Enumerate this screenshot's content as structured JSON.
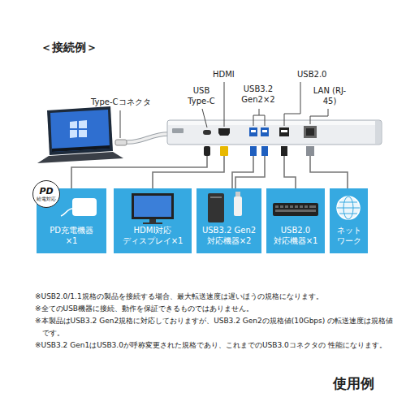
{
  "diagram": {
    "title": "＜接続例＞",
    "nodes": [
      {
        "text": [
          "PD充電機器 ×1"
        ]
      },
      {
        "text": [
          "PD",
          "給電対応"
        ],
        "in": 0
      },
      {
        "text": [
          "HDMI対応 ディスプレイ×1"
        ]
      },
      {
        "text": [
          "USB3.2 Gen2 対応機器×2"
        ]
      },
      {
        "text": [
          "USB2.0 対応機器×1"
        ]
      },
      {
        "text": [
          "ネット ワーク"
        ]
      }
    ],
    "labels": [
      "Type-Cコネクタ",
      "USB Type-C",
      "HDMI",
      "USB3.2 Gen2×2",
      "USB2.0",
      "LAN (RJ-45)",
      "※USB2.0/1.1規格の製品を接続する場合、最大転送速度は遅いほうの規格になります。",
      "※全てのUSB機器に接続、動作を保証できるものではありません。",
      "※本製品はUSB3.2 Gen2規格に対応しておりますが、USB3.2 Gen2の規格値(10Gbps) の転送速度は規格値です。",
      "※USB3.2 Gen1はUSB3.0が呼称変更された規格であり、これまでのUSB3.0コネクタの 性能になります。",
      "使用例"
    ]
  }
}
